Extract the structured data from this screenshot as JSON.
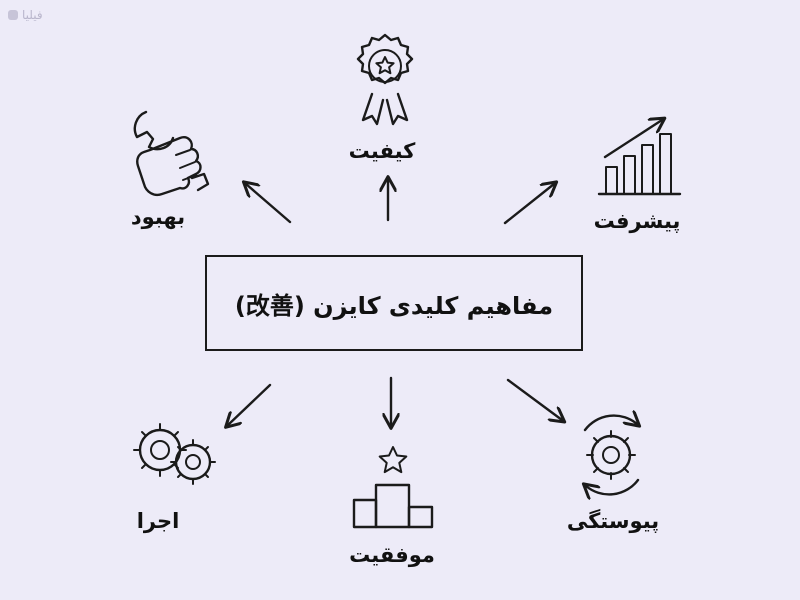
{
  "brand": {
    "logo_text": "فیلیا"
  },
  "center": {
    "title": "مفاهیم کلیدی کایزن (改善)"
  },
  "concepts": {
    "quality": "کیفیت",
    "improvement": "بهبود",
    "progress": "پیشرفت",
    "execution": "اجرا",
    "success": "موفقیت",
    "continuity": "پیوستگی"
  }
}
